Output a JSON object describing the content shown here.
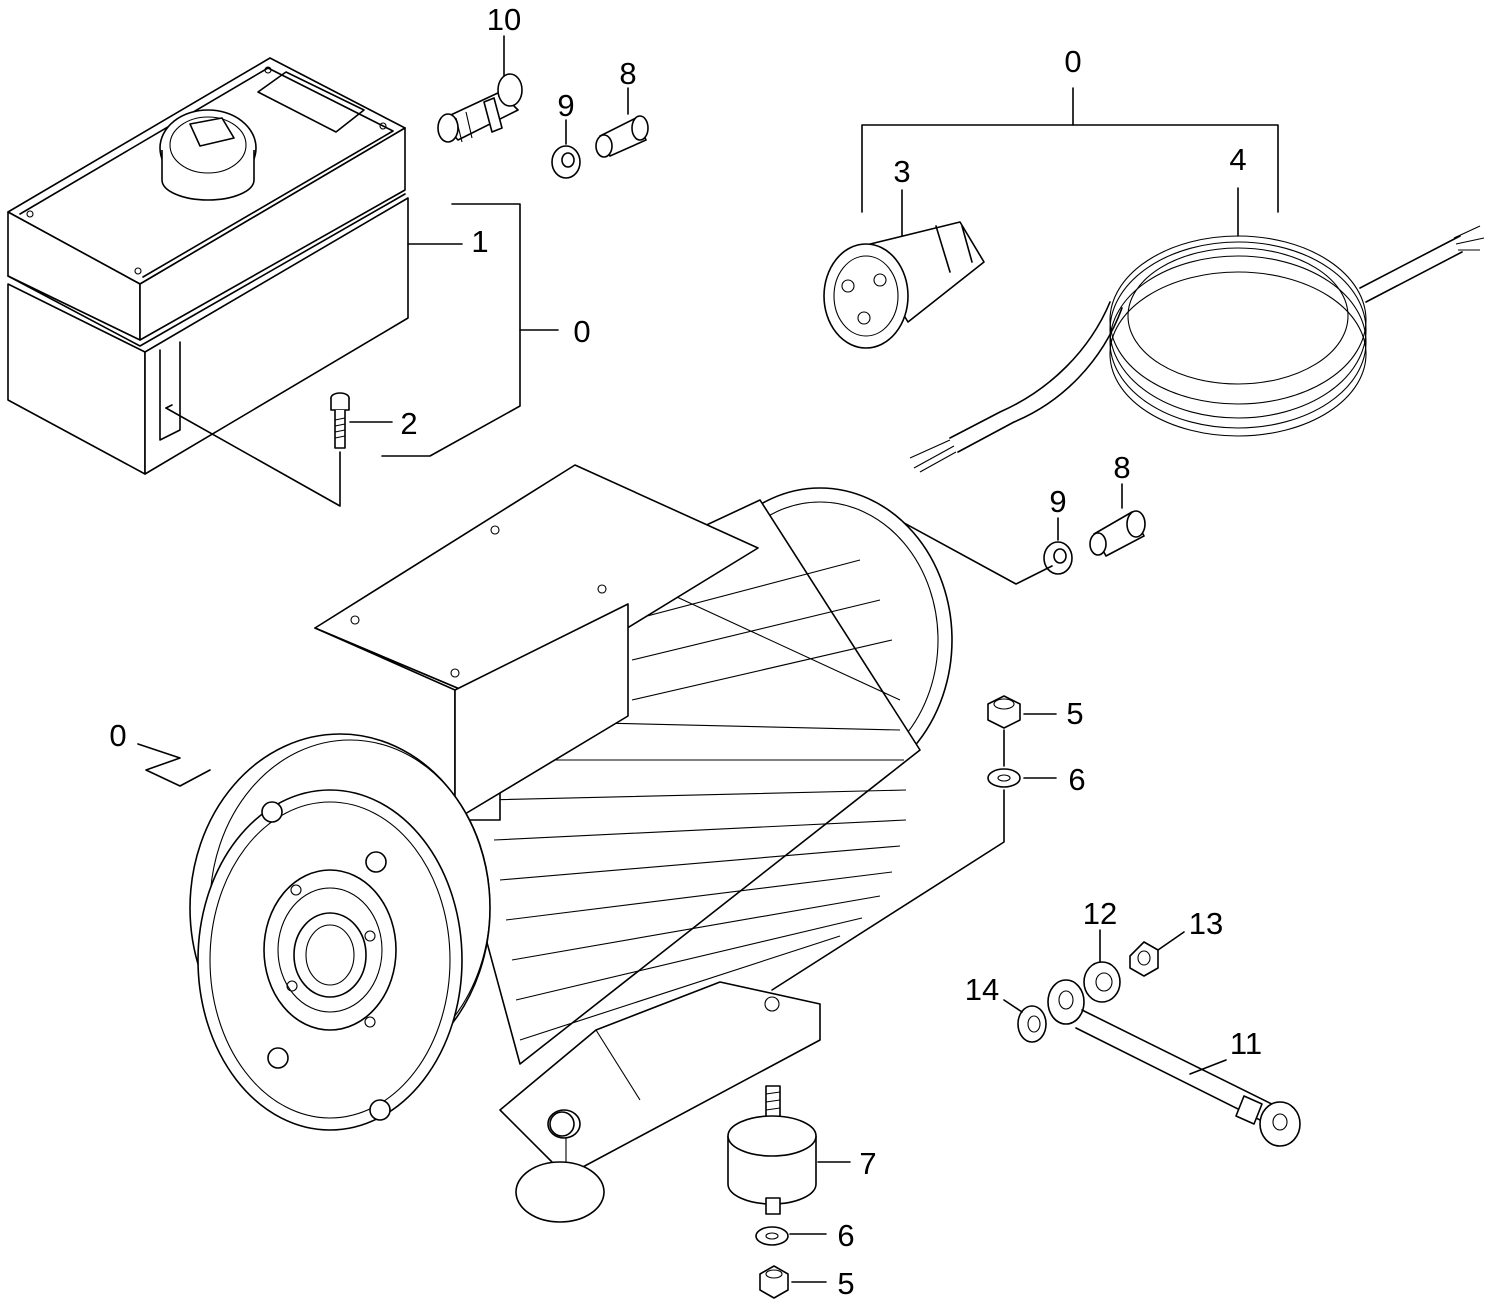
{
  "diagram": {
    "labels": {
      "l10": "10",
      "l9a": "9",
      "l8a": "8",
      "l1": "1",
      "l0_box": "0",
      "l2": "2",
      "l0_cable": "0",
      "l3": "3",
      "l4": "4",
      "l9b": "9",
      "l8b": "8",
      "l5a": "5",
      "l6a": "6",
      "l0_motor": "0",
      "l12": "12",
      "l13": "13",
      "l14": "14",
      "l11": "11",
      "l7": "7",
      "l6b": "6",
      "l5b": "5"
    }
  }
}
